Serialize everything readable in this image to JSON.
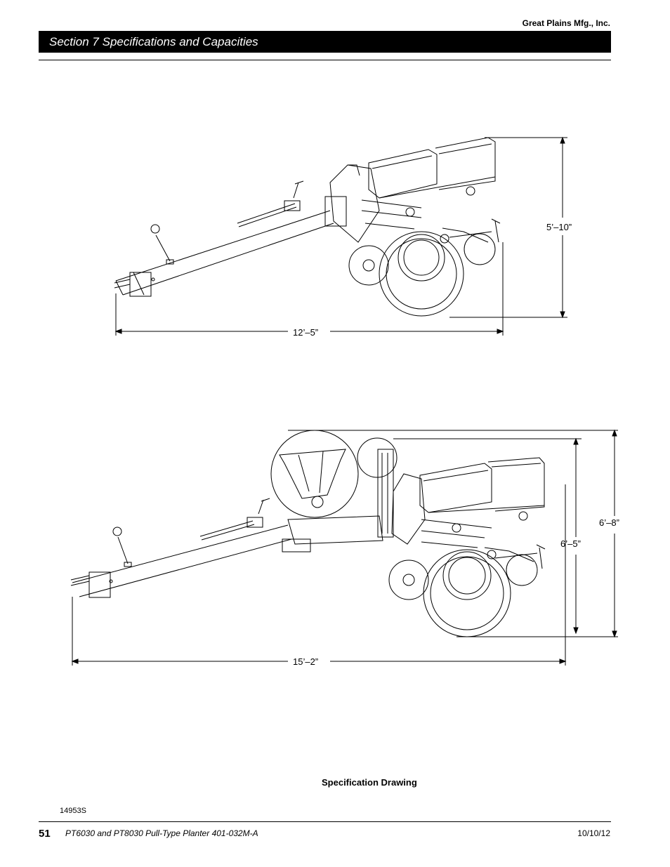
{
  "header": {
    "company": "Great Plains Mfg., Inc.",
    "section_title": "Section 7 Specifications and Capacities"
  },
  "drawing_top": {
    "height_label": "5’–10”",
    "length_label": "12’–5”"
  },
  "drawing_bottom": {
    "height_outer_label": "6’–8”",
    "height_inner_label": "6’–5”",
    "length_label": "15’–2”"
  },
  "caption": "Specification Drawing",
  "figure_id": "14953S",
  "footer": {
    "page_number": "51",
    "doc_title": "PT6030 and PT8030 Pull-Type Planter   401-032M-A",
    "date": "10/10/12"
  }
}
